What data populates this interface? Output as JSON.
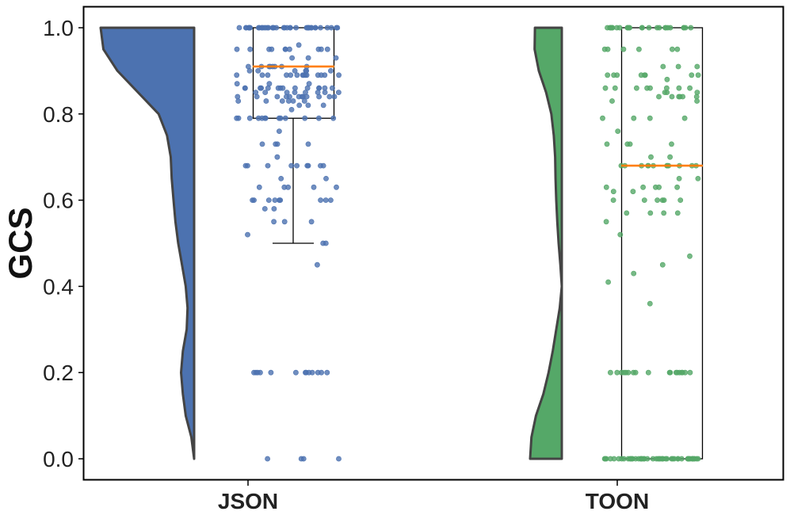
{
  "chart_data": {
    "type": "raincloud",
    "ylabel": "GCS",
    "ylim": [
      -0.05,
      1.05
    ],
    "yticks": [
      "0.0",
      "0.2",
      "0.4",
      "0.6",
      "0.8",
      "1.0"
    ],
    "categories": [
      "JSON",
      "TOON"
    ],
    "grid": false,
    "legend": "none",
    "colors": {
      "json": "#4c72b0",
      "toon": "#55a868",
      "median": "#ff7f0e",
      "outline": "#444444",
      "axis": "#000000"
    },
    "series": [
      {
        "category": "JSON",
        "box": {
          "whisker_low": 0.5,
          "q1": 0.79,
          "median": 0.91,
          "q3": 1.0,
          "whisker_high": 1.0
        },
        "density": [
          [
            0.0,
            0.0
          ],
          [
            0.05,
            0.03
          ],
          [
            0.1,
            0.09
          ],
          [
            0.15,
            0.12
          ],
          [
            0.2,
            0.14
          ],
          [
            0.25,
            0.12
          ],
          [
            0.3,
            0.08
          ],
          [
            0.35,
            0.07
          ],
          [
            0.4,
            0.09
          ],
          [
            0.45,
            0.13
          ],
          [
            0.5,
            0.17
          ],
          [
            0.55,
            0.2
          ],
          [
            0.6,
            0.22
          ],
          [
            0.65,
            0.24
          ],
          [
            0.7,
            0.25
          ],
          [
            0.75,
            0.29
          ],
          [
            0.8,
            0.38
          ],
          [
            0.85,
            0.6
          ],
          [
            0.9,
            0.82
          ],
          [
            0.95,
            0.97
          ],
          [
            1.0,
            1.0
          ]
        ],
        "points": [
          0.0,
          0.0,
          0.0,
          0.0,
          0.2,
          0.2,
          0.2,
          0.2,
          0.2,
          0.2,
          0.2,
          0.2,
          0.2,
          0.2,
          0.2,
          0.2,
          0.2,
          0.45,
          0.5,
          0.5,
          0.52,
          0.55,
          0.55,
          0.55,
          0.58,
          0.58,
          0.6,
          0.6,
          0.6,
          0.6,
          0.6,
          0.6,
          0.6,
          0.6,
          0.6,
          0.63,
          0.63,
          0.63,
          0.63,
          0.63,
          0.65,
          0.65,
          0.68,
          0.68,
          0.68,
          0.68,
          0.68,
          0.68,
          0.68,
          0.68,
          0.68,
          0.7,
          0.73,
          0.73,
          0.73,
          0.73,
          0.76,
          0.79,
          0.79,
          0.79,
          0.79,
          0.79,
          0.79,
          0.79,
          0.79,
          0.79,
          0.79,
          0.79,
          0.79,
          0.79,
          0.81,
          0.82,
          0.82,
          0.82,
          0.83,
          0.83,
          0.83,
          0.83,
          0.83,
          0.83,
          0.84,
          0.84,
          0.84,
          0.84,
          0.84,
          0.84,
          0.84,
          0.84,
          0.84,
          0.84,
          0.84,
          0.84,
          0.85,
          0.85,
          0.85,
          0.85,
          0.85,
          0.85,
          0.85,
          0.85,
          0.86,
          0.86,
          0.86,
          0.86,
          0.86,
          0.86,
          0.86,
          0.86,
          0.86,
          0.86,
          0.86,
          0.86,
          0.86,
          0.86,
          0.87,
          0.87,
          0.87,
          0.89,
          0.89,
          0.89,
          0.89,
          0.89,
          0.89,
          0.89,
          0.89,
          0.89,
          0.89,
          0.89,
          0.89,
          0.89,
          0.89,
          0.9,
          0.9,
          0.9,
          0.9,
          0.9,
          0.9,
          0.91,
          0.91,
          0.91,
          0.91,
          0.91,
          0.91,
          0.91,
          0.91,
          0.93,
          0.93,
          0.93,
          0.95,
          0.95,
          0.95,
          0.95,
          0.95,
          0.95,
          0.95,
          0.95,
          0.95,
          0.95,
          0.96,
          1.0,
          1.0,
          1.0,
          1.0,
          1.0,
          1.0,
          1.0,
          1.0,
          1.0,
          1.0,
          1.0,
          1.0,
          1.0,
          1.0,
          1.0,
          1.0,
          1.0,
          1.0,
          1.0,
          1.0,
          1.0,
          1.0,
          1.0,
          1.0,
          1.0,
          1.0,
          1.0,
          1.0,
          1.0,
          1.0,
          1.0,
          1.0,
          1.0,
          1.0,
          1.0,
          1.0,
          1.0,
          1.0,
          1.0,
          1.0
        ]
      },
      {
        "category": "TOON",
        "box": {
          "whisker_low": 0.0,
          "q1": 0.0,
          "median": 0.68,
          "q3": 1.0,
          "whisker_high": 1.0
        },
        "density": [
          [
            0.0,
            0.91
          ],
          [
            0.05,
            0.87
          ],
          [
            0.1,
            0.74
          ],
          [
            0.15,
            0.53
          ],
          [
            0.2,
            0.38
          ],
          [
            0.25,
            0.26
          ],
          [
            0.3,
            0.16
          ],
          [
            0.35,
            0.06
          ],
          [
            0.4,
            0.0
          ],
          [
            0.45,
            0.04
          ],
          [
            0.5,
            0.09
          ],
          [
            0.55,
            0.13
          ],
          [
            0.6,
            0.16
          ],
          [
            0.65,
            0.18
          ],
          [
            0.7,
            0.19
          ],
          [
            0.75,
            0.23
          ],
          [
            0.8,
            0.3
          ],
          [
            0.85,
            0.45
          ],
          [
            0.9,
            0.66
          ],
          [
            0.95,
            0.78
          ],
          [
            1.0,
            0.77
          ]
        ],
        "points": [
          0.0,
          0.0,
          0.0,
          0.0,
          0.0,
          0.0,
          0.0,
          0.0,
          0.0,
          0.0,
          0.0,
          0.0,
          0.0,
          0.0,
          0.0,
          0.0,
          0.0,
          0.0,
          0.0,
          0.0,
          0.0,
          0.0,
          0.0,
          0.0,
          0.0,
          0.0,
          0.0,
          0.0,
          0.0,
          0.0,
          0.0,
          0.0,
          0.0,
          0.0,
          0.0,
          0.0,
          0.0,
          0.0,
          0.0,
          0.0,
          0.0,
          0.0,
          0.0,
          0.0,
          0.0,
          0.0,
          0.0,
          0.0,
          0.0,
          0.0,
          0.2,
          0.2,
          0.2,
          0.2,
          0.2,
          0.2,
          0.2,
          0.2,
          0.2,
          0.2,
          0.2,
          0.2,
          0.2,
          0.2,
          0.2,
          0.2,
          0.2,
          0.2,
          0.36,
          0.41,
          0.43,
          0.45,
          0.47,
          0.52,
          0.55,
          0.57,
          0.57,
          0.57,
          0.57,
          0.6,
          0.6,
          0.6,
          0.6,
          0.6,
          0.6,
          0.62,
          0.62,
          0.63,
          0.63,
          0.63,
          0.63,
          0.63,
          0.65,
          0.65,
          0.68,
          0.68,
          0.68,
          0.68,
          0.68,
          0.68,
          0.68,
          0.68,
          0.68,
          0.68,
          0.68,
          0.68,
          0.7,
          0.7,
          0.73,
          0.73,
          0.73,
          0.73,
          0.76,
          0.79,
          0.79,
          0.79,
          0.79,
          0.83,
          0.83,
          0.84,
          0.84,
          0.84,
          0.84,
          0.84,
          0.84,
          0.85,
          0.85,
          0.85,
          0.86,
          0.86,
          0.86,
          0.86,
          0.86,
          0.86,
          0.86,
          0.86,
          0.88,
          0.89,
          0.89,
          0.89,
          0.89,
          0.89,
          0.89,
          0.89,
          0.89,
          0.91,
          0.91,
          0.91,
          0.95,
          0.95,
          0.95,
          0.95,
          0.95,
          0.95,
          1.0,
          1.0,
          1.0,
          1.0,
          1.0,
          1.0,
          1.0,
          1.0,
          1.0,
          1.0,
          1.0,
          1.0,
          1.0,
          1.0,
          1.0,
          1.0,
          1.0,
          1.0,
          1.0,
          1.0,
          1.0,
          1.0,
          1.0,
          1.0,
          1.0
        ]
      }
    ]
  }
}
